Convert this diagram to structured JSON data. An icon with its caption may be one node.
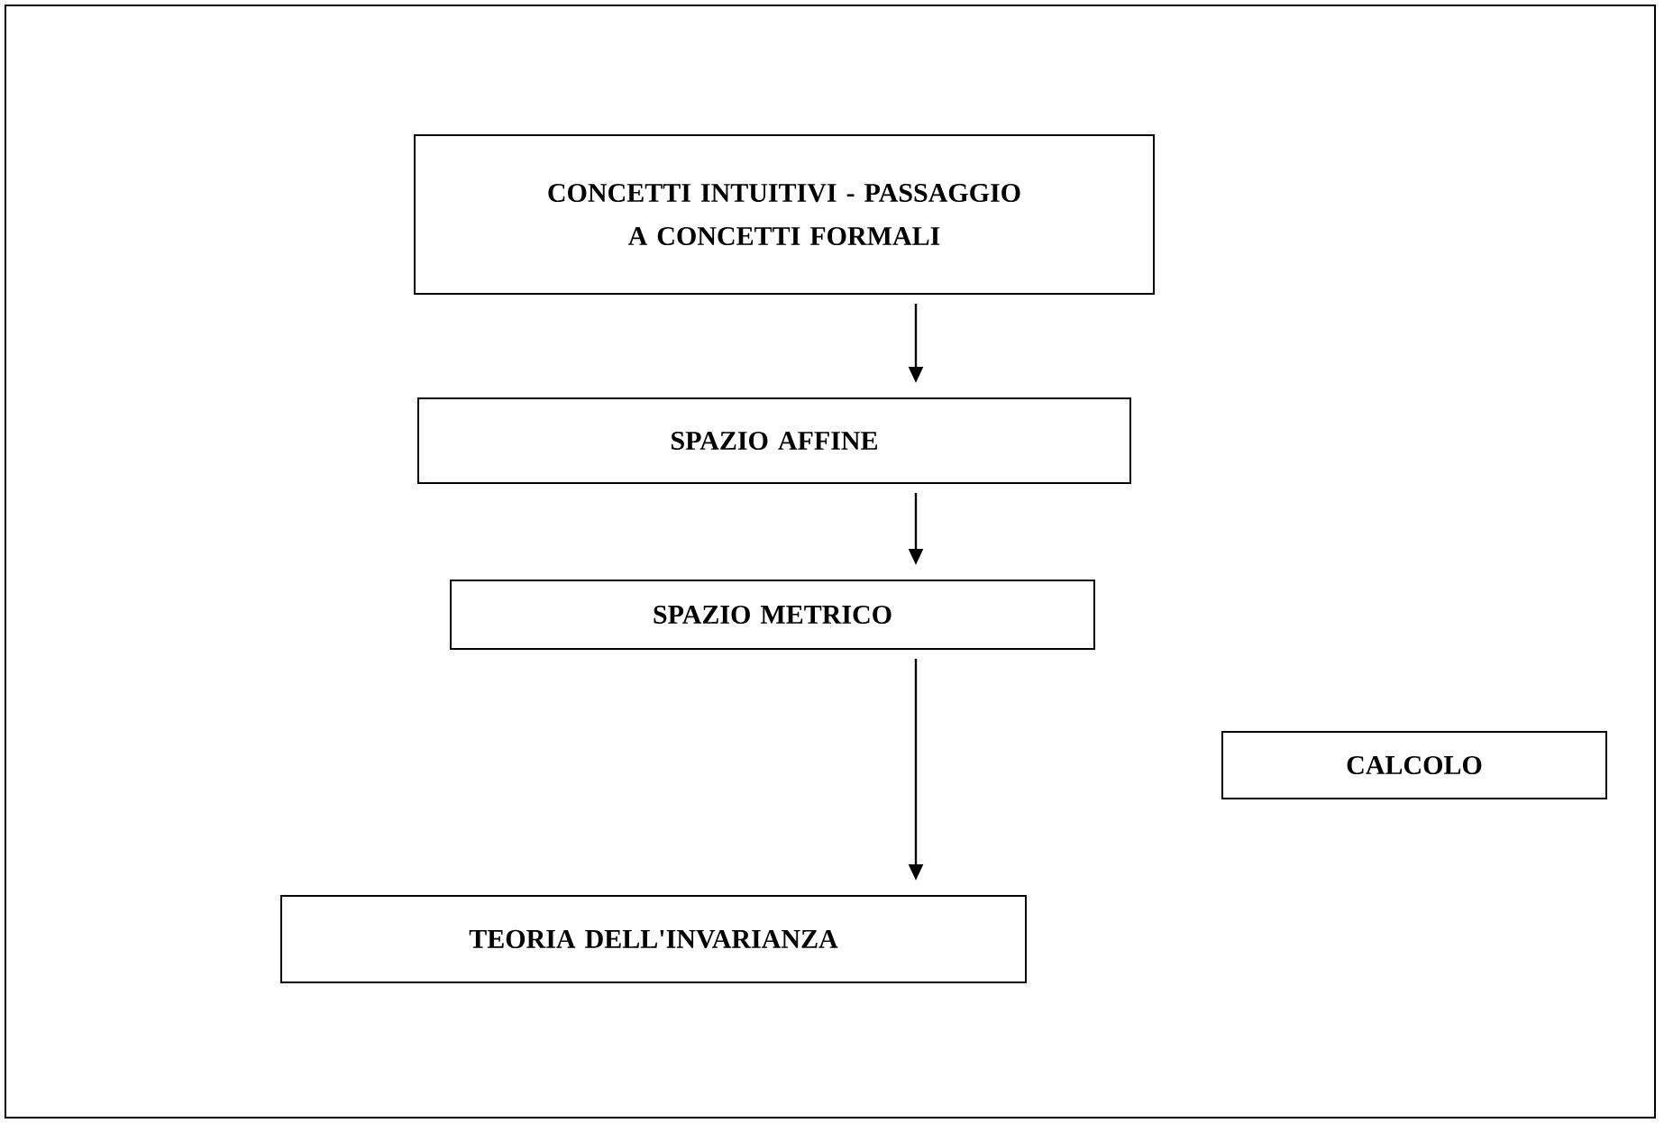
{
  "diagram": {
    "nodes": [
      {
        "text": [
          "CONCETTI INTUITIVI - PASSAGGIO A CONCETTI FORMALI"
        ]
      },
      {
        "text": [
          "SPAZIO AFFINE"
        ]
      },
      {
        "text": [
          "SPAZIO METRICO"
        ]
      },
      {
        "text": [
          "CALCOLO"
        ]
      },
      {
        "text": [
          "TEORIA DELL'INVARIANZA"
        ]
      }
    ],
    "edges": [
      {
        "from": 0,
        "to": 1,
        "arrow": "to"
      },
      {
        "from": 1,
        "to": 2,
        "arrow": "to"
      },
      {
        "from": 2,
        "to": 4,
        "arrow": "to"
      }
    ]
  }
}
